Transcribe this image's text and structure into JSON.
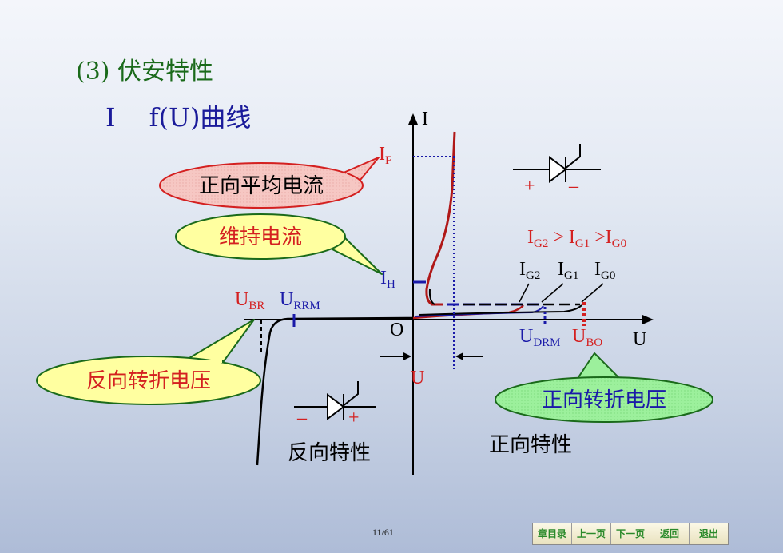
{
  "slide": {
    "title": "(3) 伏安特性",
    "subtitle_left": "I",
    "subtitle_right": "f(U)曲线",
    "page": "11/61"
  },
  "axes": {
    "y_label": "I",
    "x_label": "U",
    "origin": "O"
  },
  "callouts": {
    "forward_avg_current": "正向平均电流",
    "holding_current": "维持电流",
    "reverse_breakover": "反向转折电压",
    "forward_breakover": "正向转折电压"
  },
  "labels": {
    "IF_main": "I",
    "IF_sub": "F",
    "IH_main": "I",
    "IH_sub": "H",
    "UBR_main": "U",
    "UBR_sub": "BR",
    "URRM_main": "U",
    "URRM_sub": "RRM",
    "UDRM_main": "U",
    "UDRM_sub": "DRM",
    "UBO_main": "U",
    "UBO_sub": "BO",
    "delta_u": "U",
    "ig2_main": "I",
    "ig2_sub": "G2",
    "ig1_main": "I",
    "ig1_sub": "G1",
    "ig0_main": "I",
    "ig0_sub": "G0",
    "relation_gt": ">",
    "forward_char": "正向特性",
    "reverse_char": "反向特性",
    "plus": "+",
    "minus": "–"
  },
  "colors": {
    "title": "#1a6a1a",
    "subtitle": "#1a1a9a",
    "red": "#d42020",
    "blue": "#1a1aa8",
    "dark_red_curve": "#b01818",
    "callout_pink": "#f6c7c3",
    "callout_yellow": "#ffffa0",
    "callout_green": "#9cf09c"
  },
  "nav": {
    "chapter_menu": "章目录",
    "prev_page": "上一页",
    "next_page": "下一页",
    "back": "返回",
    "exit": "退出"
  }
}
